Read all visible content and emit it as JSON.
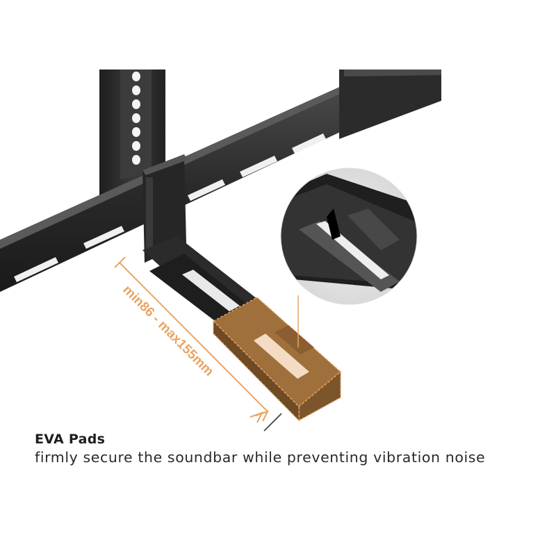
{
  "product_image": {
    "dimension_label": "min86 - max155mm",
    "accent_color": "#E8A562",
    "pad_color": "#A0703C",
    "metal_color": "#2B2B2B"
  },
  "caption": {
    "title": "EVA Pads",
    "subtitle": "firmly secure the soundbar while preventing vibration noise"
  }
}
